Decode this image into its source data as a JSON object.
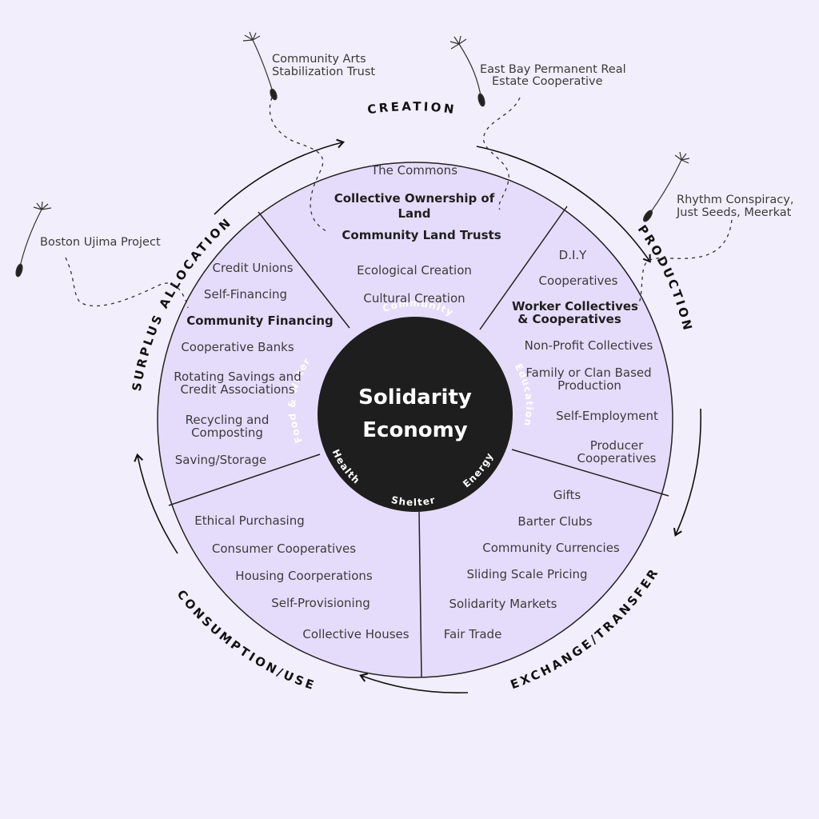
{
  "center": {
    "title_line1": "Solidarity",
    "title_line2": "Economy"
  },
  "inner_ring": {
    "community": "Community",
    "education": "Education",
    "energy": "Energy",
    "shelter": "Shelter",
    "health": "Health",
    "food_water": "Food & Water"
  },
  "outer_ring": {
    "creation": "CREATION",
    "production": "PRODUCTION",
    "exchange": "EXCHANGE/TRANSFER",
    "consumption": "CONSUMPTION/USE",
    "surplus": "SURPLUS ALLOCATION"
  },
  "creation": {
    "commons": "The Commons",
    "collective_ownership_1": "Collective Ownership of",
    "collective_ownership_2": "Land",
    "clt": "Community Land Trusts",
    "ecological": "Ecological Creation",
    "cultural": "Cultural Creation"
  },
  "production": {
    "diy": "D.I.Y",
    "cooperatives": "Cooperatives",
    "worker_1": "Worker Collectives",
    "worker_2": "& Cooperatives",
    "nonprofit": "Non-Profit Collectives",
    "family_1": "Family or Clan Based",
    "family_2": "Production",
    "self_employment": "Self-Employment",
    "producer_1": "Producer",
    "producer_2": "Cooperatives"
  },
  "exchange": {
    "gifts": "Gifts",
    "barter": "Barter Clubs",
    "currencies": "Community Currencies",
    "sliding": "Sliding Scale Pricing",
    "markets": "Solidarity Markets",
    "fair_trade": "Fair Trade"
  },
  "consumption": {
    "ethical": "Ethical Purchasing",
    "consumer_coops": "Consumer Cooperatives",
    "housing": "Housing Coorperations",
    "self_prov": "Self-Provisioning",
    "collective_houses": "Collective Houses"
  },
  "surplus": {
    "credit_unions": "Credit Unions",
    "self_financing": "Self-Financing",
    "community_financing": "Community Financing",
    "coop_banks": "Cooperative Banks",
    "rotating_1": "Rotating Savings and",
    "rotating_2": "Credit Associations",
    "recycling_1": "Recycling and",
    "recycling_2": "Composting",
    "saving": "Saving/Storage"
  },
  "annotations": {
    "arts_1": "Community Arts",
    "arts_2": "Stabilization Trust",
    "eastbay_1": "East Bay Permanent Real",
    "eastbay_2": "Estate Cooperative",
    "rhythm_1": "Rhythm Conspiracy,",
    "rhythm_2": "Just Seeds, Meerkat",
    "boston": "Boston Ujima Project"
  },
  "colors": {
    "background": "#f2eefb",
    "wedge": "#e5dcfb",
    "center": "#1e1e1e",
    "line": "#222222"
  }
}
